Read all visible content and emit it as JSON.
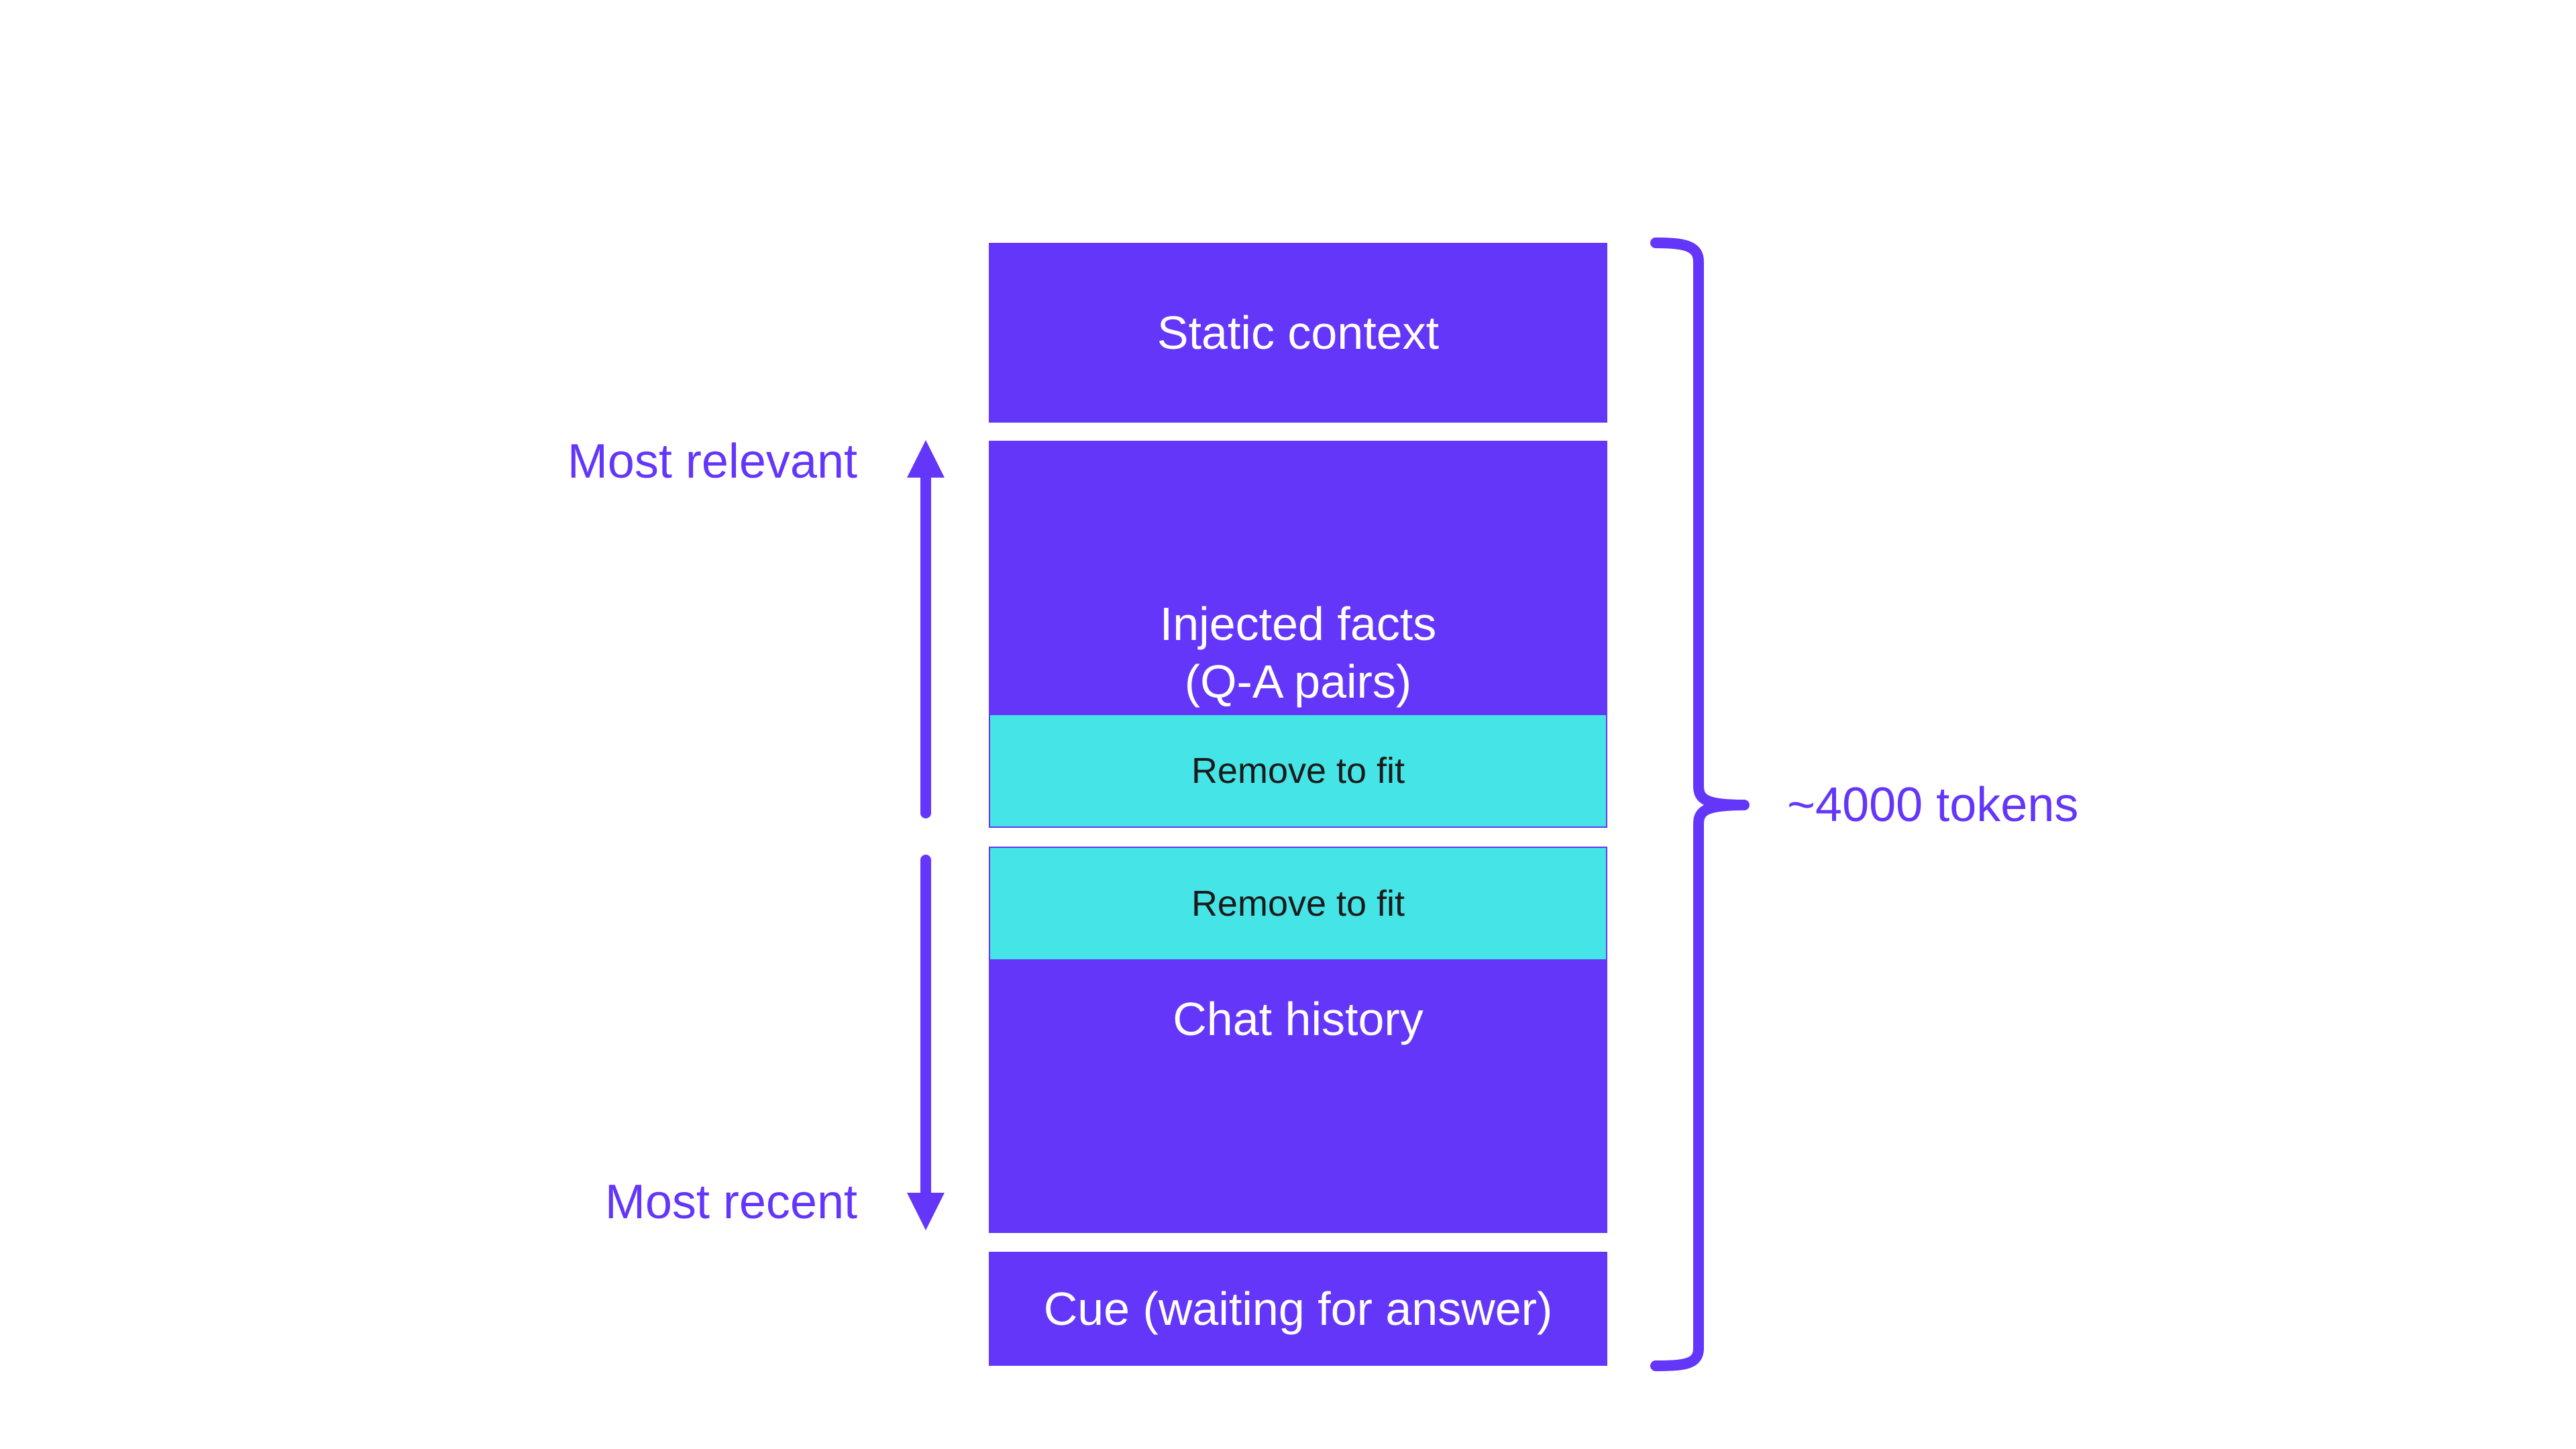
{
  "colors": {
    "purple": "#6436fa",
    "cyan": "#45e4e7",
    "cyan_text": "#1a1a1a"
  },
  "blocks": {
    "static_context": "Static context",
    "injected_facts_line1": "Injected facts",
    "injected_facts_line2": "(Q-A pairs)",
    "remove_to_fit_1": "Remove to fit",
    "remove_to_fit_2": "Remove to fit",
    "chat_history": "Chat history",
    "cue": "Cue (waiting for answer)"
  },
  "labels": {
    "most_relevant": "Most relevant",
    "most_recent": "Most recent",
    "tokens": "~4000 tokens"
  },
  "icons": {
    "up_arrow": "arrow-up-icon",
    "down_arrow": "arrow-down-icon",
    "brace": "curly-brace-icon"
  }
}
